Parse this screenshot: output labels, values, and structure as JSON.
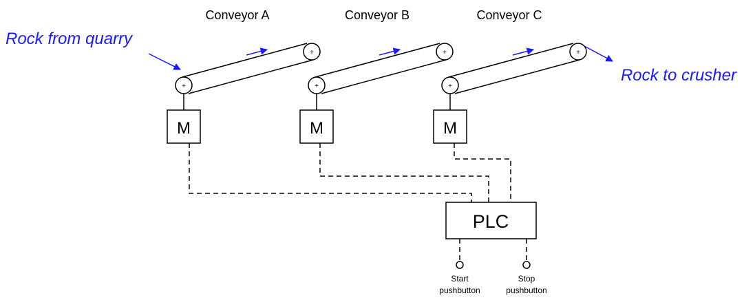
{
  "conveyors": [
    {
      "label": "Conveyor A",
      "motor_label": "M"
    },
    {
      "label": "Conveyor B",
      "motor_label": "M"
    },
    {
      "label": "Conveyor C",
      "motor_label": "M"
    }
  ],
  "input_label": "Rock from quarry",
  "output_label": "Rock to crusher",
  "plc_label": "PLC",
  "start_button": {
    "line1": "Start",
    "line2": "pushbutton"
  },
  "stop_button": {
    "line1": "Stop",
    "line2": "pushbutton"
  },
  "colors": {
    "flow": "#1a1aff",
    "line": "#000000"
  }
}
